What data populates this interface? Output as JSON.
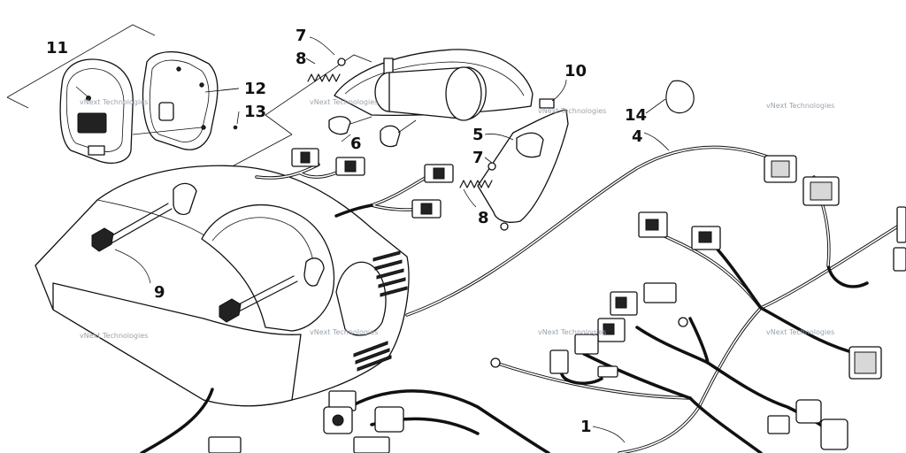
{
  "callouts": {
    "c1": "1",
    "c4": "4",
    "c5": "5",
    "c6": "6",
    "c7a": "7",
    "c7b": "7",
    "c8a": "8",
    "c8b": "8",
    "c9": "9",
    "c10": "10",
    "c11": "11",
    "c12": "12",
    "c13": "13",
    "c14": "14"
  },
  "watermarks": [
    "vNext Technologies",
    "vNext Technologies",
    "vNext Technologies",
    "vNext Technologies",
    "vNext Technologies",
    "vNext Technologies",
    "vNext Technologies",
    "vNext Technologies"
  ]
}
